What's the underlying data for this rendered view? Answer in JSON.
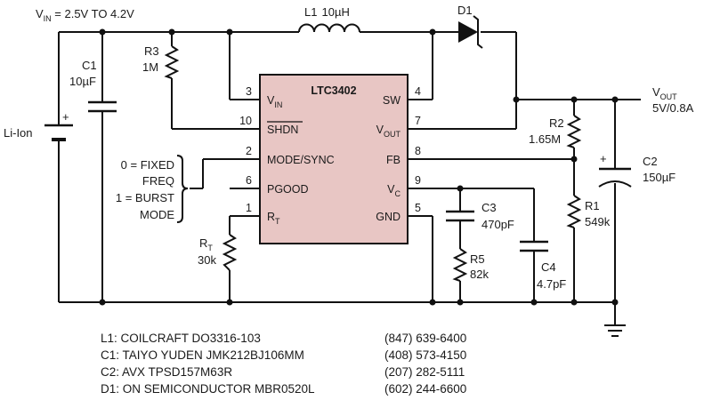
{
  "input_label": {
    "prefix": "V",
    "sub": "IN",
    "rest": " = 2.5V TO 4.2V"
  },
  "battery": {
    "label": "Li-Ion",
    "plus": "+"
  },
  "c1": {
    "ref": "C1",
    "value": "10µF"
  },
  "r3": {
    "ref": "R3",
    "value": "1M"
  },
  "l1": {
    "ref": "L1",
    "value": "10µH"
  },
  "d1": {
    "ref": "D1"
  },
  "ic": {
    "name": "LTC3402",
    "pins": {
      "vin": {
        "num": "3",
        "label": "V",
        "sub": "IN"
      },
      "shdn": {
        "num": "10",
        "label": "SHDN"
      },
      "mode": {
        "num": "2",
        "label": "MODE/SYNC"
      },
      "pgood": {
        "num": "6",
        "label": "PGOOD"
      },
      "rt": {
        "num": "1",
        "label": "R",
        "sub": "T"
      },
      "sw": {
        "num": "4",
        "label": "SW"
      },
      "vout": {
        "num": "7",
        "label": "V",
        "sub": "OUT"
      },
      "fb": {
        "num": "8",
        "label": "FB"
      },
      "vc": {
        "num": "9",
        "label": "V",
        "sub": "C"
      },
      "gnd": {
        "num": "5",
        "label": "GND"
      }
    }
  },
  "mode_note": [
    "0 = FIXED",
    "FREQ",
    "1 = BURST",
    "MODE"
  ],
  "rt_res": {
    "ref": "R",
    "sub": "T",
    "value": "30k"
  },
  "output_label": {
    "prefix": "V",
    "sub": "OUT",
    "value": "5V/0.8A"
  },
  "r2": {
    "ref": "R2",
    "value": "1.65M"
  },
  "r1": {
    "ref": "R1",
    "value": "549k"
  },
  "c2": {
    "ref": "C2",
    "value": "150µF",
    "plus": "+"
  },
  "c3": {
    "ref": "C3",
    "value": "470pF"
  },
  "r5": {
    "ref": "R5",
    "value": "82k"
  },
  "c4": {
    "ref": "C4",
    "value": "4.7pF"
  },
  "bom": [
    {
      "part": "L1: COILCRAFT DO3316-103",
      "phone": "(847) 639-6400"
    },
    {
      "part": "C1: TAIYO YUDEN JMK212BJ106MM",
      "phone": "(408) 573-4150"
    },
    {
      "part": "C2: AVX TPSD157M63R",
      "phone": "(207) 282-5111"
    },
    {
      "part": "D1: ON SEMICONDUCTOR MBR0520L",
      "phone": "(602) 244-6600"
    }
  ]
}
